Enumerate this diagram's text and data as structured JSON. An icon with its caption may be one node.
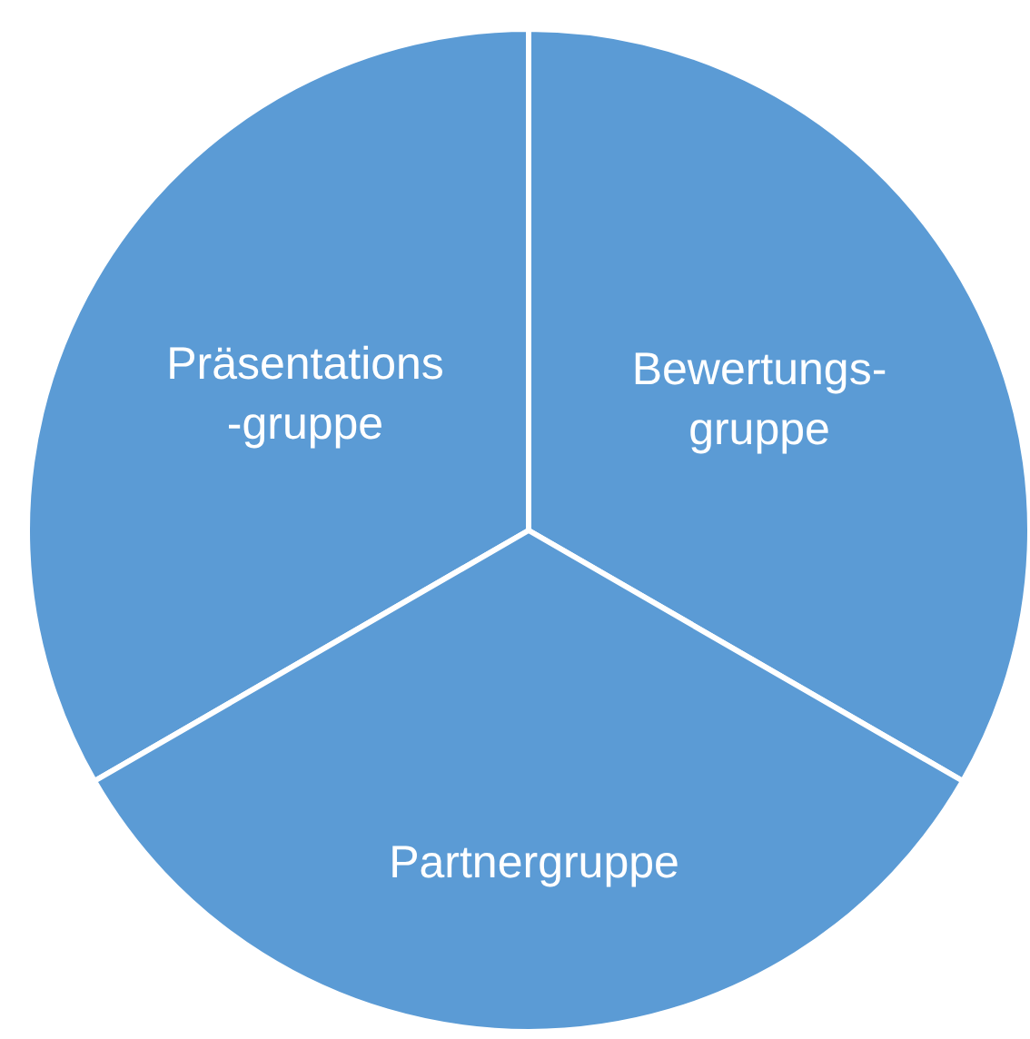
{
  "diagram": {
    "nodes": [
      {
        "text": [
          "Präsentations -gruppe"
        ]
      },
      {
        "text": [
          "Bewertungs- gruppe"
        ]
      },
      {
        "text": [
          "Partnergruppe"
        ]
      }
    ]
  }
}
